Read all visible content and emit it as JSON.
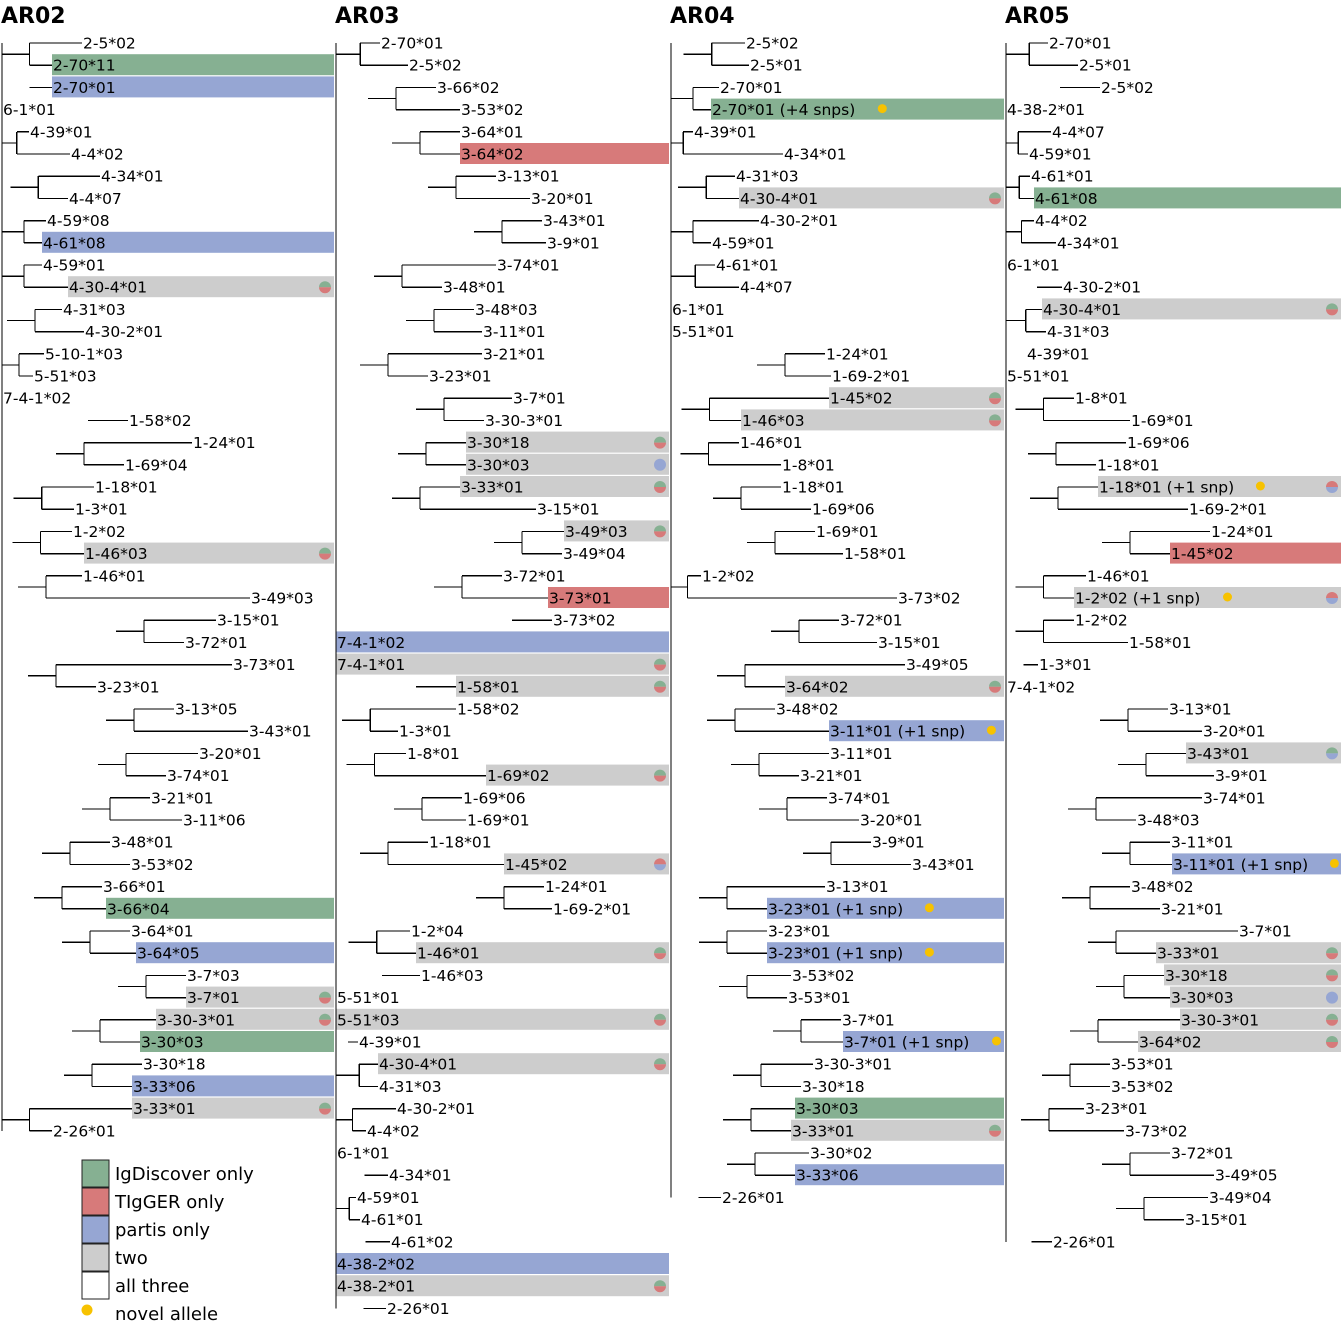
{
  "colors": {
    "igdiscover": "#86b092",
    "tigger": "#d77a7a",
    "partis": "#96a6d3",
    "two": "#cdcdcd",
    "all": "#ffffff",
    "novel": "#f7c200"
  },
  "legend": [
    {
      "key": "igdiscover",
      "label": "IgDiscover only"
    },
    {
      "key": "tigger",
      "label": "TIgGER only"
    },
    {
      "key": "partis",
      "label": "partis only"
    },
    {
      "key": "two",
      "label": "two"
    },
    {
      "key": "all",
      "label": "all three"
    },
    {
      "key": "novel",
      "label": "novel allele"
    }
  ],
  "trees": [
    {
      "title": "AR02",
      "leaves": [
        {
          "label": "2-5*02"
        },
        {
          "label": "2-70*11",
          "hl": "igdiscover"
        },
        {
          "label": "2-70*01",
          "hl": "partis"
        },
        {
          "label": "6-1*01"
        },
        {
          "label": "4-39*01"
        },
        {
          "label": "4-4*02"
        },
        {
          "label": "4-34*01"
        },
        {
          "label": "4-4*07"
        },
        {
          "label": "4-59*08"
        },
        {
          "label": "4-61*08",
          "hl": "partis"
        },
        {
          "label": "4-59*01"
        },
        {
          "label": "4-30-4*01",
          "hl": "two",
          "pie": [
            "igdiscover",
            "tigger"
          ]
        },
        {
          "label": "4-31*03"
        },
        {
          "label": "4-30-2*01"
        },
        {
          "label": "5-10-1*03"
        },
        {
          "label": "5-51*03"
        },
        {
          "label": "7-4-1*02"
        },
        {
          "label": "1-58*02"
        },
        {
          "label": "1-24*01"
        },
        {
          "label": "1-69*04"
        },
        {
          "label": "1-18*01"
        },
        {
          "label": "1-3*01"
        },
        {
          "label": "1-2*02"
        },
        {
          "label": "1-46*03",
          "hl": "two",
          "pie": [
            "igdiscover",
            "tigger"
          ]
        },
        {
          "label": "1-46*01"
        },
        {
          "label": "3-49*03"
        },
        {
          "label": "3-15*01"
        },
        {
          "label": "3-72*01"
        },
        {
          "label": "3-73*01"
        },
        {
          "label": "3-23*01"
        },
        {
          "label": "3-13*05"
        },
        {
          "label": "3-43*01"
        },
        {
          "label": "3-20*01"
        },
        {
          "label": "3-74*01"
        },
        {
          "label": "3-21*01"
        },
        {
          "label": "3-11*06"
        },
        {
          "label": "3-48*01"
        },
        {
          "label": "3-53*02"
        },
        {
          "label": "3-66*01"
        },
        {
          "label": "3-66*04",
          "hl": "igdiscover"
        },
        {
          "label": "3-64*01"
        },
        {
          "label": "3-64*05",
          "hl": "partis"
        },
        {
          "label": "3-7*03"
        },
        {
          "label": "3-7*01",
          "hl": "two",
          "pie": [
            "igdiscover",
            "tigger"
          ]
        },
        {
          "label": "3-30-3*01",
          "hl": "two",
          "pie": [
            "igdiscover",
            "tigger"
          ]
        },
        {
          "label": "3-30*03",
          "hl": "igdiscover"
        },
        {
          "label": "3-30*18"
        },
        {
          "label": "3-33*06",
          "hl": "partis"
        },
        {
          "label": "3-33*01",
          "hl": "two",
          "pie": [
            "igdiscover",
            "tigger"
          ]
        },
        {
          "label": "2-26*01"
        }
      ]
    },
    {
      "title": "AR03",
      "leaves": [
        {
          "label": "2-70*01"
        },
        {
          "label": "2-5*02"
        },
        {
          "label": "3-66*02"
        },
        {
          "label": "3-53*02"
        },
        {
          "label": "3-64*01"
        },
        {
          "label": "3-64*02",
          "hl": "tigger"
        },
        {
          "label": "3-13*01"
        },
        {
          "label": "3-20*01"
        },
        {
          "label": "3-43*01"
        },
        {
          "label": "3-9*01"
        },
        {
          "label": "3-74*01"
        },
        {
          "label": "3-48*01"
        },
        {
          "label": "3-48*03"
        },
        {
          "label": "3-11*01"
        },
        {
          "label": "3-21*01"
        },
        {
          "label": "3-23*01"
        },
        {
          "label": "3-7*01"
        },
        {
          "label": "3-30-3*01"
        },
        {
          "label": "3-30*18",
          "hl": "two",
          "pie": [
            "igdiscover",
            "tigger"
          ]
        },
        {
          "label": "3-30*03",
          "hl": "two",
          "pie": [
            "partis"
          ]
        },
        {
          "label": "3-33*01",
          "hl": "two",
          "pie": [
            "igdiscover",
            "tigger"
          ]
        },
        {
          "label": "3-15*01"
        },
        {
          "label": "3-49*03",
          "hl": "two",
          "pie": [
            "igdiscover",
            "tigger"
          ]
        },
        {
          "label": "3-49*04"
        },
        {
          "label": "3-72*01"
        },
        {
          "label": "3-73*01",
          "hl": "tigger"
        },
        {
          "label": "3-73*02"
        },
        {
          "label": "7-4-1*02",
          "hl": "partis"
        },
        {
          "label": "7-4-1*01",
          "hl": "two",
          "pie": [
            "igdiscover",
            "tigger"
          ]
        },
        {
          "label": "1-58*01",
          "hl": "two",
          "pie": [
            "igdiscover",
            "tigger"
          ]
        },
        {
          "label": "1-58*02"
        },
        {
          "label": "1-3*01"
        },
        {
          "label": "1-8*01"
        },
        {
          "label": "1-69*02",
          "hl": "two",
          "pie": [
            "igdiscover",
            "tigger"
          ]
        },
        {
          "label": "1-69*06"
        },
        {
          "label": "1-69*01"
        },
        {
          "label": "1-18*01"
        },
        {
          "label": "1-45*02",
          "hl": "two",
          "pie": [
            "tigger",
            "partis"
          ]
        },
        {
          "label": "1-24*01"
        },
        {
          "label": "1-69-2*01"
        },
        {
          "label": "1-2*04"
        },
        {
          "label": "1-46*01",
          "hl": "two",
          "pie": [
            "igdiscover",
            "tigger"
          ]
        },
        {
          "label": "1-46*03"
        },
        {
          "label": "5-51*01"
        },
        {
          "label": "5-51*03",
          "hl": "two",
          "pie": [
            "igdiscover",
            "tigger"
          ]
        },
        {
          "label": "4-39*01"
        },
        {
          "label": "4-30-4*01",
          "hl": "two",
          "pie": [
            "igdiscover",
            "tigger"
          ]
        },
        {
          "label": "4-31*03"
        },
        {
          "label": "4-30-2*01"
        },
        {
          "label": "4-4*02"
        },
        {
          "label": "6-1*01"
        },
        {
          "label": "4-34*01"
        },
        {
          "label": "4-59*01"
        },
        {
          "label": "4-61*01"
        },
        {
          "label": "4-61*02"
        },
        {
          "label": "4-38-2*02",
          "hl": "partis"
        },
        {
          "label": "4-38-2*01",
          "hl": "two",
          "pie": [
            "igdiscover",
            "tigger"
          ]
        },
        {
          "label": "2-26*01"
        }
      ]
    },
    {
      "title": "AR04",
      "leaves": [
        {
          "label": "2-5*02"
        },
        {
          "label": "2-5*01"
        },
        {
          "label": "2-70*01"
        },
        {
          "label": "2-70*01 (+4 snps)",
          "hl": "igdiscover",
          "novel": true
        },
        {
          "label": "4-39*01"
        },
        {
          "label": "4-34*01"
        },
        {
          "label": "4-31*03"
        },
        {
          "label": "4-30-4*01",
          "hl": "two",
          "pie": [
            "igdiscover",
            "tigger"
          ]
        },
        {
          "label": "4-30-2*01"
        },
        {
          "label": "4-59*01"
        },
        {
          "label": "4-61*01"
        },
        {
          "label": "4-4*07"
        },
        {
          "label": "6-1*01"
        },
        {
          "label": "5-51*01"
        },
        {
          "label": "1-24*01"
        },
        {
          "label": "1-69-2*01"
        },
        {
          "label": "1-45*02",
          "hl": "two",
          "pie": [
            "igdiscover",
            "tigger"
          ]
        },
        {
          "label": "1-46*03",
          "hl": "two",
          "pie": [
            "igdiscover",
            "tigger"
          ]
        },
        {
          "label": "1-46*01"
        },
        {
          "label": "1-8*01"
        },
        {
          "label": "1-18*01"
        },
        {
          "label": "1-69*06"
        },
        {
          "label": "1-69*01"
        },
        {
          "label": "1-58*01"
        },
        {
          "label": "1-2*02"
        },
        {
          "label": "3-73*02"
        },
        {
          "label": "3-72*01"
        },
        {
          "label": "3-15*01"
        },
        {
          "label": "3-49*05"
        },
        {
          "label": "3-64*02",
          "hl": "two",
          "pie": [
            "igdiscover",
            "tigger"
          ]
        },
        {
          "label": "3-48*02"
        },
        {
          "label": "3-11*01 (+1 snp)",
          "hl": "partis",
          "novel": true
        },
        {
          "label": "3-11*01"
        },
        {
          "label": "3-21*01"
        },
        {
          "label": "3-74*01"
        },
        {
          "label": "3-20*01"
        },
        {
          "label": "3-9*01"
        },
        {
          "label": "3-43*01"
        },
        {
          "label": "3-13*01"
        },
        {
          "label": "3-23*01 (+1 snp)",
          "hl": "partis",
          "novel": true
        },
        {
          "label": "3-23*01"
        },
        {
          "label": "3-23*01 (+1 snp)",
          "hl": "partis",
          "novel": true
        },
        {
          "label": "3-53*02"
        },
        {
          "label": "3-53*01"
        },
        {
          "label": "3-7*01"
        },
        {
          "label": "3-7*01 (+1 snp)",
          "hl": "partis",
          "novel": true
        },
        {
          "label": "3-30-3*01"
        },
        {
          "label": "3-30*18"
        },
        {
          "label": "3-30*03",
          "hl": "igdiscover"
        },
        {
          "label": "3-33*01",
          "hl": "two",
          "pie": [
            "igdiscover",
            "tigger"
          ]
        },
        {
          "label": "3-30*02"
        },
        {
          "label": "3-33*06",
          "hl": "partis"
        },
        {
          "label": "2-26*01"
        }
      ]
    },
    {
      "title": "AR05",
      "leaves": [
        {
          "label": "2-70*01"
        },
        {
          "label": "2-5*01"
        },
        {
          "label": "2-5*02"
        },
        {
          "label": "4-38-2*01"
        },
        {
          "label": "4-4*07"
        },
        {
          "label": "4-59*01"
        },
        {
          "label": "4-61*01"
        },
        {
          "label": "4-61*08",
          "hl": "igdiscover"
        },
        {
          "label": "4-4*02"
        },
        {
          "label": "4-34*01"
        },
        {
          "label": "6-1*01"
        },
        {
          "label": "4-30-2*01"
        },
        {
          "label": "4-30-4*01",
          "hl": "two",
          "pie": [
            "igdiscover",
            "tigger"
          ]
        },
        {
          "label": "4-31*03"
        },
        {
          "label": "4-39*01"
        },
        {
          "label": "5-51*01"
        },
        {
          "label": "1-8*01"
        },
        {
          "label": "1-69*01"
        },
        {
          "label": "1-69*06"
        },
        {
          "label": "1-18*01"
        },
        {
          "label": "1-18*01 (+1 snp)",
          "hl": "two",
          "pie": [
            "tigger",
            "partis"
          ],
          "novel": true
        },
        {
          "label": "1-69-2*01"
        },
        {
          "label": "1-24*01"
        },
        {
          "label": "1-45*02",
          "hl": "tigger"
        },
        {
          "label": "1-46*01"
        },
        {
          "label": "1-2*02 (+1 snp)",
          "hl": "two",
          "pie": [
            "tigger",
            "partis"
          ],
          "novel": true
        },
        {
          "label": "1-2*02"
        },
        {
          "label": "1-58*01"
        },
        {
          "label": "1-3*01"
        },
        {
          "label": "7-4-1*02"
        },
        {
          "label": "3-13*01"
        },
        {
          "label": "3-20*01"
        },
        {
          "label": "3-43*01",
          "hl": "two",
          "pie": [
            "igdiscover",
            "partis"
          ]
        },
        {
          "label": "3-9*01"
        },
        {
          "label": "3-74*01"
        },
        {
          "label": "3-48*03"
        },
        {
          "label": "3-11*01"
        },
        {
          "label": "3-11*01 (+1 snp)",
          "hl": "partis",
          "novel": true
        },
        {
          "label": "3-48*02"
        },
        {
          "label": "3-21*01"
        },
        {
          "label": "3-7*01"
        },
        {
          "label": "3-33*01",
          "hl": "two",
          "pie": [
            "igdiscover",
            "tigger"
          ]
        },
        {
          "label": "3-30*18",
          "hl": "two",
          "pie": [
            "igdiscover",
            "tigger"
          ]
        },
        {
          "label": "3-30*03",
          "hl": "two",
          "pie": [
            "partis"
          ]
        },
        {
          "label": "3-30-3*01",
          "hl": "two",
          "pie": [
            "igdiscover",
            "tigger"
          ]
        },
        {
          "label": "3-64*02",
          "hl": "two",
          "pie": [
            "igdiscover",
            "tigger"
          ]
        },
        {
          "label": "3-53*01"
        },
        {
          "label": "3-53*02"
        },
        {
          "label": "3-23*01"
        },
        {
          "label": "3-73*02"
        },
        {
          "label": "3-72*01"
        },
        {
          "label": "3-49*05"
        },
        {
          "label": "3-49*04"
        },
        {
          "label": "3-15*01"
        },
        {
          "label": "2-26*01"
        }
      ]
    }
  ]
}
